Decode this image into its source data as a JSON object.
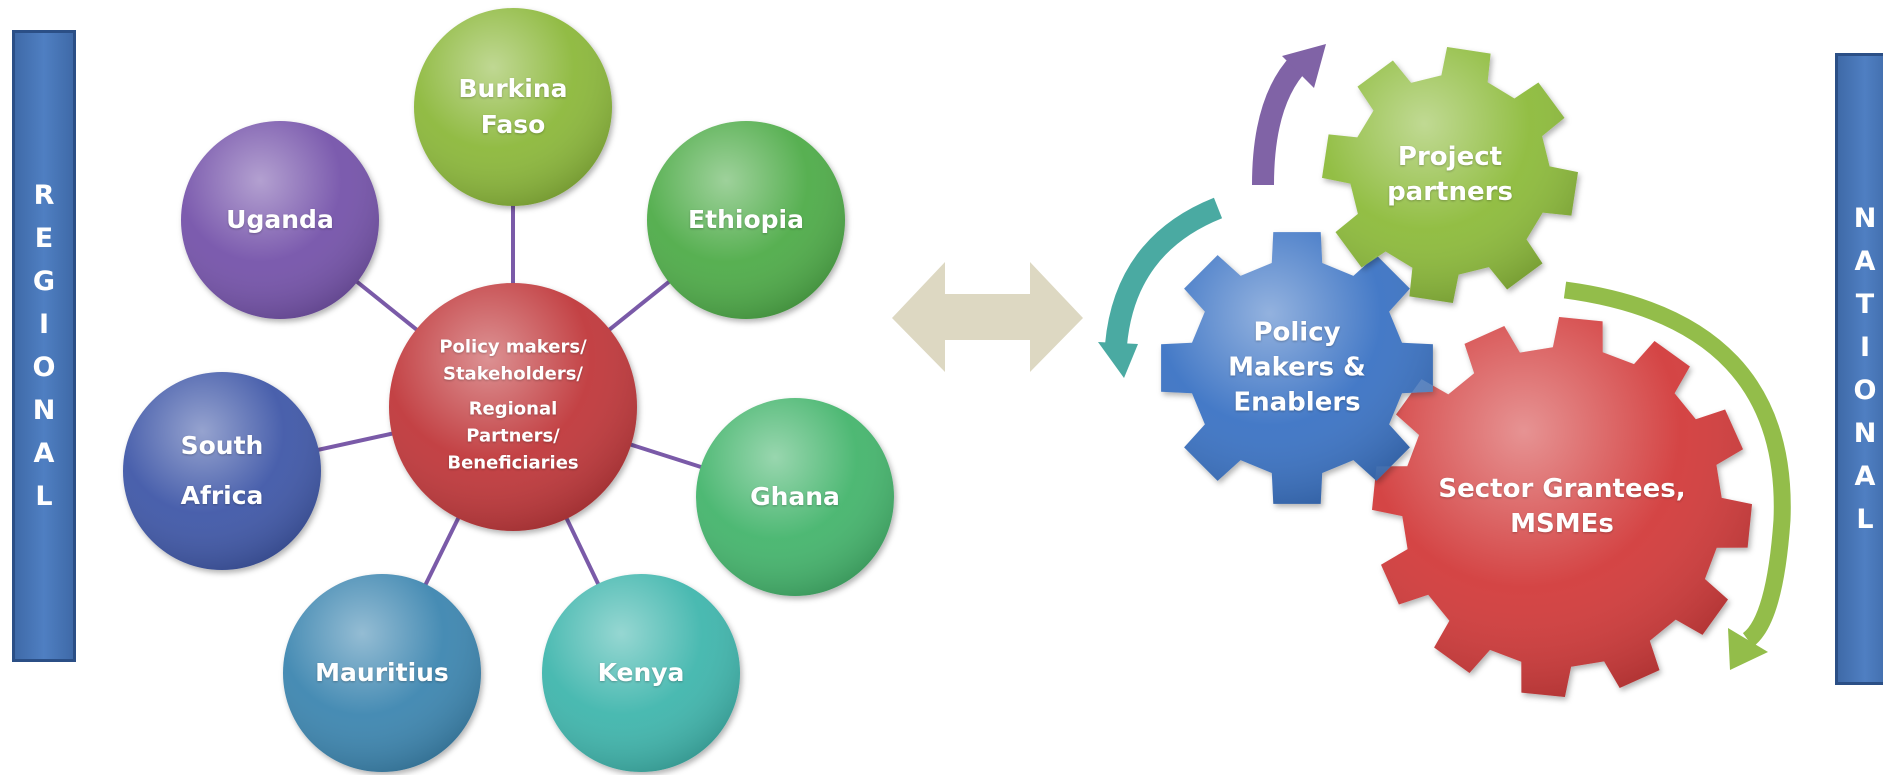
{
  "regional_bar": {
    "letters": [
      "R",
      "E",
      "G",
      "I",
      "O",
      "N",
      "A",
      "L"
    ]
  },
  "national_bar": {
    "letters": [
      "N",
      "A",
      "T",
      "I",
      "O",
      "N",
      "A",
      "L"
    ]
  },
  "hub": {
    "line1": "Policy makers/",
    "line2": "Stakeholders/",
    "line3": "Regional",
    "line4": "Partners/",
    "line5": "Beneficiaries",
    "color": "#c0383a"
  },
  "countries": [
    {
      "line1": "Burkina",
      "line2": "Faso",
      "color": "#8cb83a"
    },
    {
      "line1": "Ethiopia",
      "color": "#4fac4a"
    },
    {
      "line1": "Ghana",
      "color": "#45b56d"
    },
    {
      "line1": "Kenya",
      "color": "#3fb6ad"
    },
    {
      "line1": "Mauritius",
      "color": "#3e86b0"
    },
    {
      "line1": "South",
      "line2": "Africa",
      "color": "#4058a8"
    },
    {
      "line1": "Uganda",
      "color": "#7552aa"
    }
  ],
  "connector_color": "#7a5aa8",
  "double_arrow_color": "#ddd8c2",
  "gears": {
    "project": {
      "line1": "Project",
      "line2": "partners",
      "color": "#8dbb3b"
    },
    "policy": {
      "line1": "Policy",
      "line2": "Makers &",
      "line3": "Enablers",
      "color": "#3b73c4"
    },
    "sector": {
      "line1": "Sector Grantees,",
      "line2": "MSMEs",
      "color": "#d23a3a"
    }
  },
  "cycle_arrows": {
    "purple": "#8063a6",
    "teal": "#4aaaa2",
    "green": "#93bd4a"
  }
}
